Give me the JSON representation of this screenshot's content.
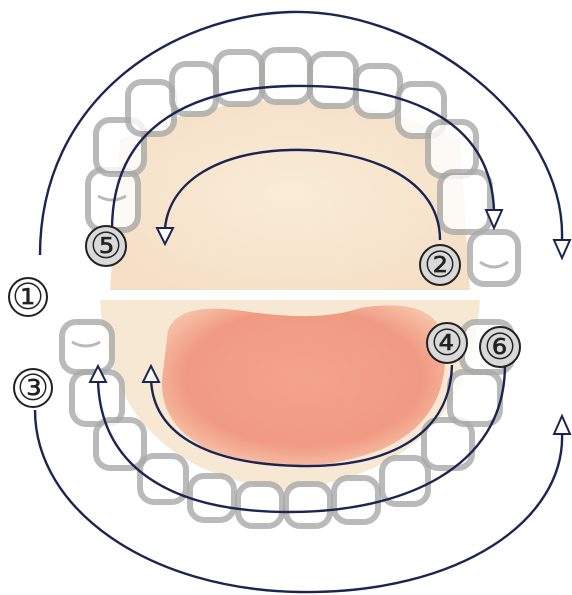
{
  "labels": [
    {
      "id": "1",
      "text": "①"
    },
    {
      "id": "2",
      "text": "②"
    },
    {
      "id": "3",
      "text": "③"
    },
    {
      "id": "4",
      "text": "④"
    },
    {
      "id": "5",
      "text": "⑤"
    },
    {
      "id": "6",
      "text": "⑥"
    }
  ],
  "colors": {
    "arrow": "#1c2452",
    "tongue": "#f08a74",
    "palate": "#f7e3c6",
    "tooth_outline": "#a8aaa8"
  },
  "icons": [
    "mouth-illustration",
    "arrow-icon"
  ]
}
